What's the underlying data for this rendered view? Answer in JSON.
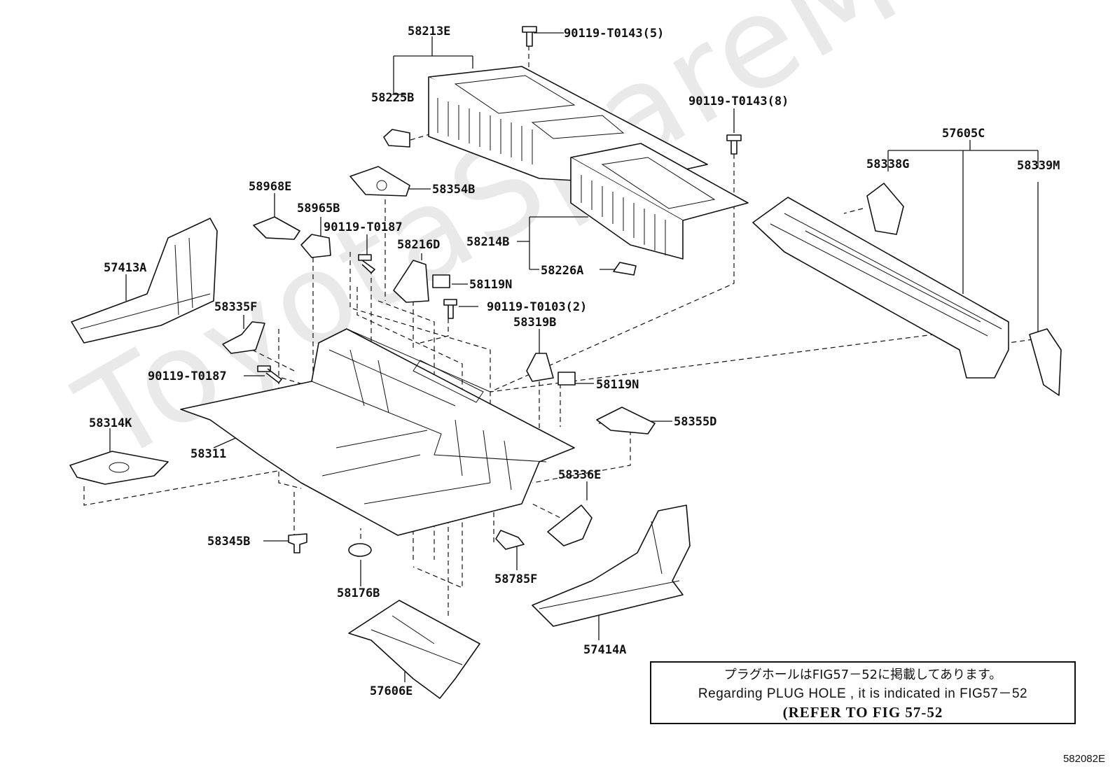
{
  "watermark": "ToyotaSpareMiner.ru",
  "parts": {
    "p58213E": "58213E",
    "p90119_T0143_5": "90119-T0143(5)",
    "p58225B": "58225B",
    "p90119_T0143_8": "90119-T0143(8)",
    "p57605C": "57605C",
    "p58338G": "58338G",
    "p58339M": "58339M",
    "p58968E": "58968E",
    "p58354B": "58354B",
    "p58965B": "58965B",
    "p90119_T0187_a": "90119-T0187",
    "p58216D": "58216D",
    "p58214B": "58214B",
    "p57413A": "57413A",
    "p58226A": "58226A",
    "p58119N_a": "58119N",
    "p58335F": "58335F",
    "p90119_T0103_2": "90119-T0103(2)",
    "p58319B": "58319B",
    "p90119_T0187_b": "90119-T0187",
    "p58119N_b": "58119N",
    "p58355D": "58355D",
    "p58314K": "58314K",
    "p58311": "58311",
    "p58336E": "58336E",
    "p58345B": "58345B",
    "p58785F": "58785F",
    "p58176B": "58176B",
    "p57414A": "57414A",
    "p57606E": "57606E"
  },
  "note": {
    "japanese": "プラグホールはFIG57－52に掲載してあります。",
    "english": "Regarding PLUG HOLE , it is indicated in FIG57－52",
    "reference": "(REFER TO FIG 57-52"
  },
  "figure_code": "582082E"
}
